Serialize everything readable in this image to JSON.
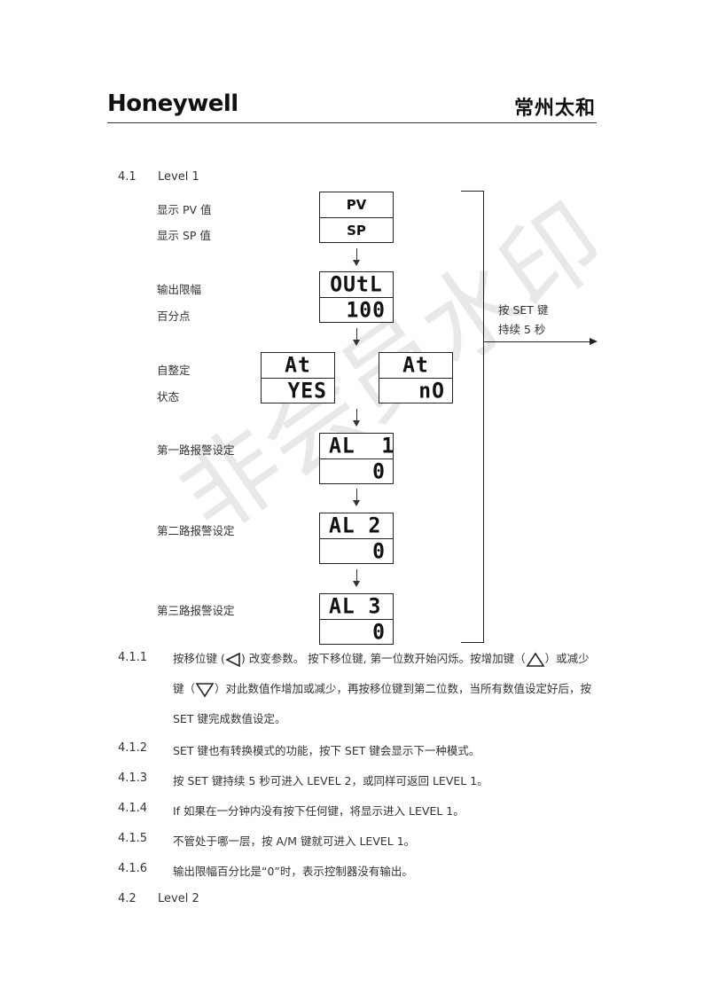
{
  "header": {
    "logo": "Honeywell",
    "company": "常州太和"
  },
  "section1": {
    "num": "4.1",
    "title": "Level 1"
  },
  "flow": {
    "pv_label": "显示 PV 值",
    "sp_label": "显示 SP 值",
    "box1_top": "PV",
    "box1_bot": "SP",
    "out_label1": "输出限幅",
    "out_label2": "百分点",
    "box2_top": "OUtL",
    "box2_bot": "100",
    "at_label1": "自整定",
    "at_label2": "状态",
    "box3_top": "At",
    "box3_bot": "YES",
    "box4_top": "At",
    "box4_bot": "nO",
    "al1_label": "第一路报警设定",
    "box5_top": "AL  1",
    "box5_bot": "0",
    "al2_label": "第二路报警设定",
    "box6_top": "AL 2",
    "box6_bot": "0",
    "al3_label": "第三路报警设定",
    "box7_top": "AL 3",
    "box7_bot": "0",
    "side1": "按 SET 键",
    "side2": "持续 5 秒"
  },
  "items": [
    {
      "num": "4.1.1",
      "p1a": "按移位键 (",
      "p1b": ") 改变参数。 按下移位键, 第一位数开始闪烁。按增加键（",
      "p1c": "）或减少",
      "p2a": "键（",
      "p2b": "）对此数值作增加或减少，再按移位键到第二位数，当所有数值设定好后，按",
      "p3": "SET 键完成数值设定。"
    },
    {
      "num": "4.1.2",
      "text": "SET 键也有转换模式的功能，按下 SET 键会显示下一种模式。"
    },
    {
      "num": "4.1.3",
      "text": "按 SET 键持续 5 秒可进入 LEVEL 2，或同样可返回 LEVEL 1。"
    },
    {
      "num": "4.1.4",
      "text": "If 如果在一分钟内没有按下任何键，将显示进入 LEVEL 1。"
    },
    {
      "num": "4.1.5",
      "text": "不管处于哪一层，按 A/M 键就可进入 LEVEL 1。"
    },
    {
      "num": "4.1.6",
      "text": "输出限幅百分比是“0”时，表示控制器没有输出。"
    }
  ],
  "section2": {
    "num": "4.2",
    "title": "Level 2"
  },
  "watermark": "非会员水印"
}
